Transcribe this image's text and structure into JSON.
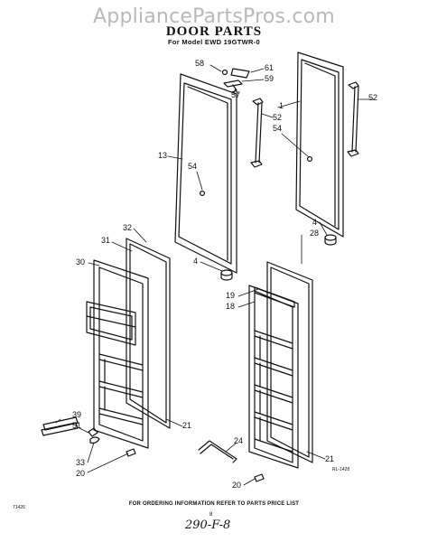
{
  "watermark": "AppliancePartsPros.com",
  "title": "DOOR PARTS",
  "subtitle": "For Model EWD 19GTWR-0",
  "footer": "FOR ORDERING INFORMATION REFER TO PARTS PRICE LIST",
  "page_number": "8",
  "handwritten_note": "290-F-8",
  "code_left": "71426",
  "code_right": "RL-1428",
  "callouts": [
    "58",
    "61",
    "59",
    "57",
    "1",
    "52",
    "52",
    "54",
    "13",
    "54",
    "4",
    "28",
    "32",
    "31",
    "30",
    "4",
    "19",
    "18",
    "39",
    "51",
    "33",
    "20",
    "24",
    "21",
    "21",
    "20"
  ]
}
